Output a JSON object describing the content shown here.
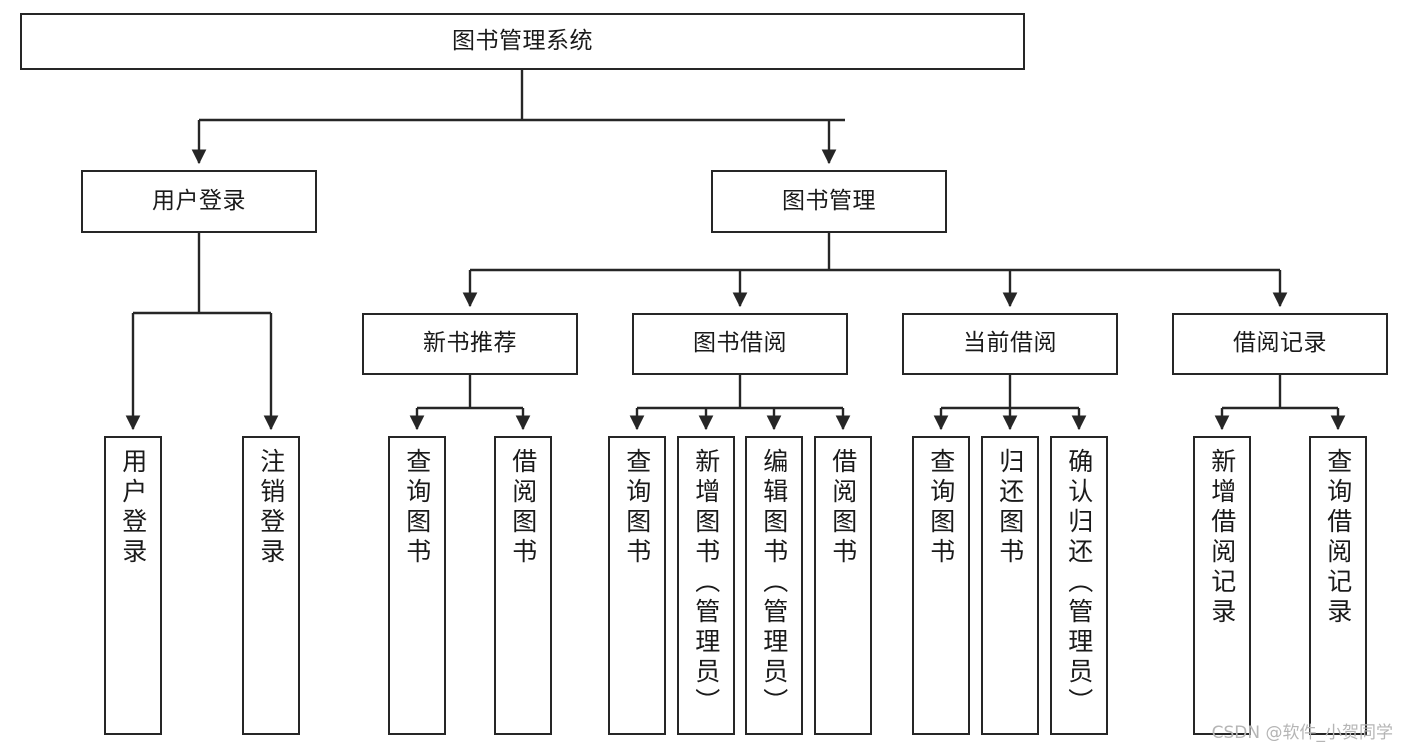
{
  "diagram": {
    "type": "tree-hierarchy",
    "title": "图书管理系统",
    "watermark": "CSDN @软件_小贺同学",
    "colors": {
      "stroke": "#262626",
      "fill": "#ffffff",
      "text": "#1a1a1a",
      "watermark": "#b5b5b5"
    },
    "levels": [
      {
        "level": 1,
        "nodes": [
          {
            "id": "root",
            "label": "图书管理系统",
            "orientation": "horizontal"
          }
        ]
      },
      {
        "level": 2,
        "nodes": [
          {
            "id": "login",
            "label": "用户登录",
            "orientation": "horizontal",
            "parent": "root"
          },
          {
            "id": "bookmgmt",
            "label": "图书管理",
            "orientation": "horizontal",
            "parent": "root"
          }
        ]
      },
      {
        "level": 3,
        "nodes": [
          {
            "id": "newbook",
            "label": "新书推荐",
            "orientation": "horizontal",
            "parent": "bookmgmt"
          },
          {
            "id": "borrow",
            "label": "图书借阅",
            "orientation": "horizontal",
            "parent": "bookmgmt"
          },
          {
            "id": "current",
            "label": "当前借阅",
            "orientation": "horizontal",
            "parent": "bookmgmt"
          },
          {
            "id": "records",
            "label": "借阅记录",
            "orientation": "horizontal",
            "parent": "bookmgmt"
          }
        ]
      },
      {
        "level": 4,
        "nodes": [
          {
            "id": "leaf-login-1",
            "label": "用户登录",
            "orientation": "vertical",
            "parent": "login"
          },
          {
            "id": "leaf-login-2",
            "label": "注销登录",
            "orientation": "vertical",
            "parent": "login"
          },
          {
            "id": "leaf-newbook-1",
            "label": "查询图书",
            "orientation": "vertical",
            "parent": "newbook"
          },
          {
            "id": "leaf-newbook-2",
            "label": "借阅图书",
            "orientation": "vertical",
            "parent": "newbook"
          },
          {
            "id": "leaf-borrow-1",
            "label": "查询图书",
            "orientation": "vertical",
            "parent": "borrow"
          },
          {
            "id": "leaf-borrow-2",
            "label": "新增图书（管理员）",
            "orientation": "vertical",
            "parent": "borrow"
          },
          {
            "id": "leaf-borrow-3",
            "label": "编辑图书（管理员）",
            "orientation": "vertical",
            "parent": "borrow"
          },
          {
            "id": "leaf-borrow-4",
            "label": "借阅图书",
            "orientation": "vertical",
            "parent": "borrow"
          },
          {
            "id": "leaf-current-1",
            "label": "查询图书",
            "orientation": "vertical",
            "parent": "current"
          },
          {
            "id": "leaf-current-2",
            "label": "归还图书",
            "orientation": "vertical",
            "parent": "current"
          },
          {
            "id": "leaf-current-3",
            "label": "确认归还（管理员）",
            "orientation": "vertical",
            "parent": "current"
          },
          {
            "id": "leaf-records-1",
            "label": "新增借阅记录",
            "orientation": "vertical",
            "parent": "records"
          },
          {
            "id": "leaf-records-2",
            "label": "查询借阅记录",
            "orientation": "vertical",
            "parent": "records"
          }
        ]
      }
    ]
  }
}
